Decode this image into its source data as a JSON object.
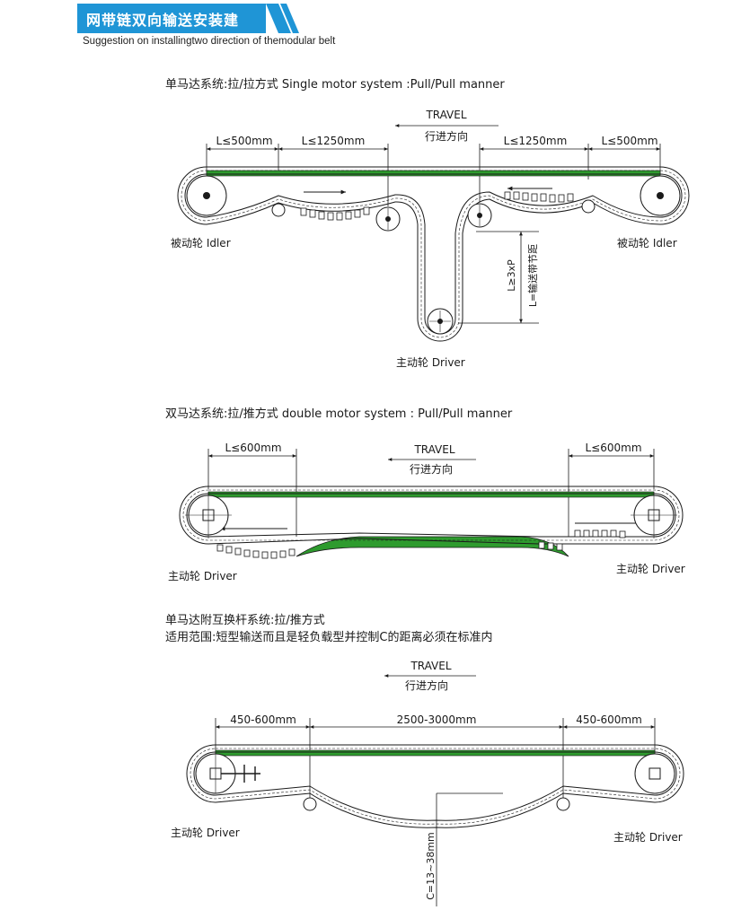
{
  "header": {
    "title": "网带链双向输送安装建",
    "subtitle": "Suggestion on installingtwo direction of themodular belt"
  },
  "colors": {
    "accent": "#1f95d6",
    "belt_green": "#2e9b2e",
    "line": "#1a1a1a"
  },
  "section1": {
    "title": "单马达系统:拉/拉方式 Single motor system :Pull/Pull manner",
    "travel": "TRAVEL",
    "travel_cn": "行进方向",
    "dim_left_outer": "L≤500mm",
    "dim_left_inner": "L≤1250mm",
    "dim_right_inner": "L≤1250mm",
    "dim_right_outer": "L≤500mm",
    "idler_left": "被动轮 Idler",
    "idler_right": "被动轮 Idler",
    "driver": "主动轮 Driver",
    "vertical_dim": "L≥3xP",
    "vertical_dim_cn": "L=输送带节距"
  },
  "section2": {
    "title": "双马达系统:拉/推方式 double motor system : Pull/Pull manner",
    "travel": "TRAVEL",
    "travel_cn": "行进方向",
    "dim_left": "L≤600mm",
    "dim_right": "L≤600mm",
    "driver_left": "主动轮 Driver",
    "driver_right": "主动轮 Driver"
  },
  "section3": {
    "title": "单马达附互换杆系统:拉/推方式",
    "scope": "适用范围:短型输送而且是轻负载型并控制C的距离必须在标准内",
    "travel": "TRAVEL",
    "travel_cn": "行进方向",
    "dim_left": "450-600mm",
    "dim_middle": "2500-3000mm",
    "dim_right": "450-600mm",
    "c_dim": "C=13~38mm",
    "driver_left": "主动轮 Driver",
    "driver_right": "主动轮 Driver"
  }
}
